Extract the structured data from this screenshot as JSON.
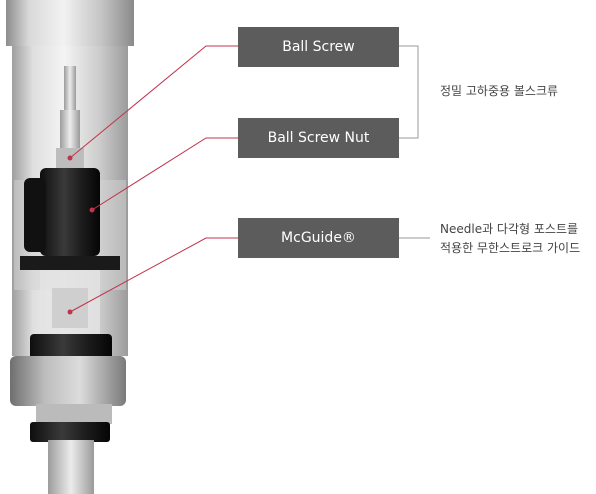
{
  "labels": {
    "ball_screw": "Ball Screw",
    "ball_screw_nut": "Ball Screw Nut",
    "mcguide": "McGuide®"
  },
  "notes": {
    "ball_screw_note": "정밀 고하중용 볼스크류",
    "mcguide_note_line1": "Needle과 다각형 포스트를",
    "mcguide_note_line2": "적용한 무한스트로크 가이드"
  },
  "colors": {
    "label_bg": "#5c5c5c",
    "leader": "#c0334d",
    "bracket": "#9a9a9a"
  }
}
